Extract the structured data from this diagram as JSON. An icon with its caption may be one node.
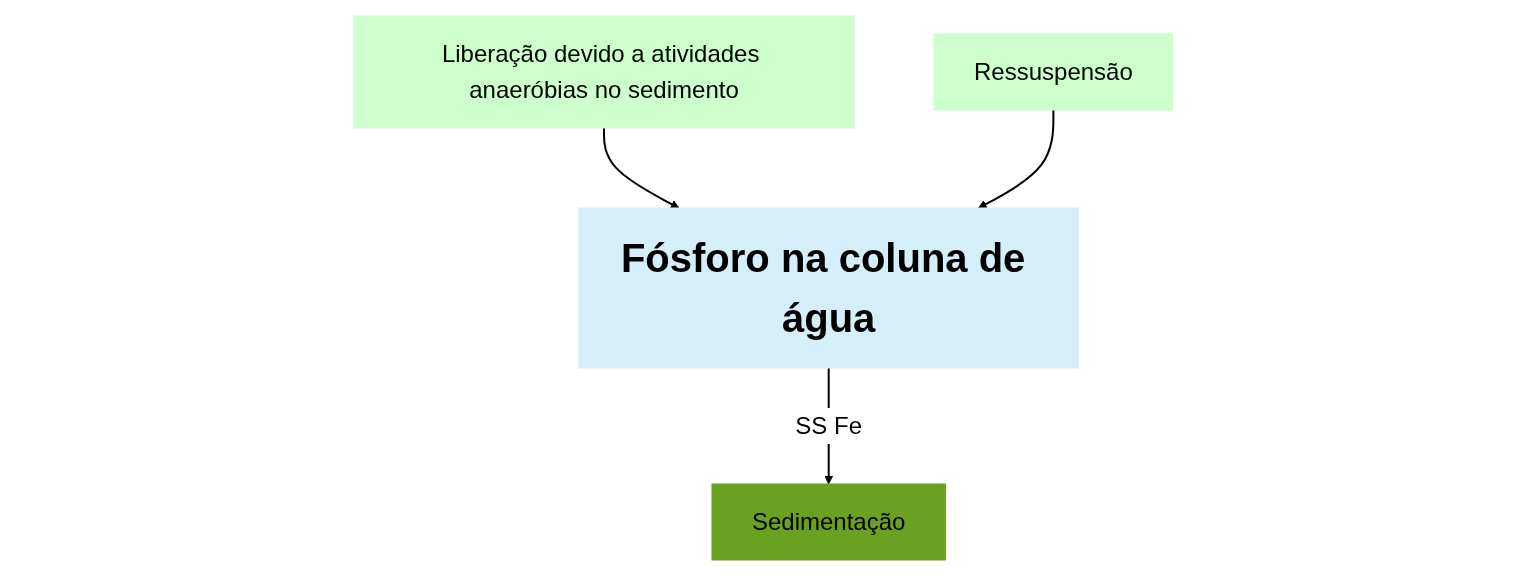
{
  "diagram": {
    "nodes": [
      {
        "text": [
          "Liberação devido a atividades anaeróbias no sedimento"
        ]
      },
      {
        "text": [
          "Fósforo na coluna de água"
        ]
      },
      {
        "text": [
          "Sedimentação"
        ]
      },
      {
        "text": [
          "Ressuspensão"
        ]
      }
    ],
    "edges": [
      {
        "from": 0,
        "to": 1,
        "arrow": "to"
      },
      {
        "from": 1,
        "to": 2,
        "arrow": "to",
        "label": "SS Fe"
      },
      {
        "from": 3,
        "to": 1,
        "arrow": "to"
      }
    ]
  }
}
